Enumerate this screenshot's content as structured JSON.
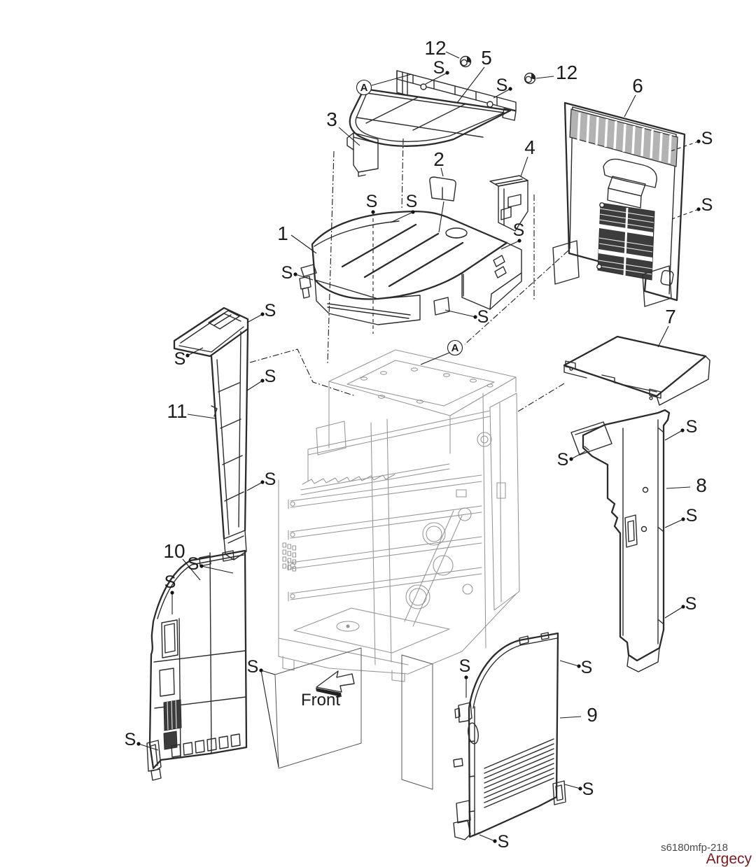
{
  "diagram": {
    "code": "s6180mfp-218",
    "watermark": "Argecy",
    "front_label": "Front",
    "screw_label": "S",
    "detail_label": "A"
  },
  "part_numbers": [
    "1",
    "2",
    "3",
    "4",
    "5",
    "6",
    "7",
    "8",
    "9",
    "10",
    "11",
    "12"
  ]
}
